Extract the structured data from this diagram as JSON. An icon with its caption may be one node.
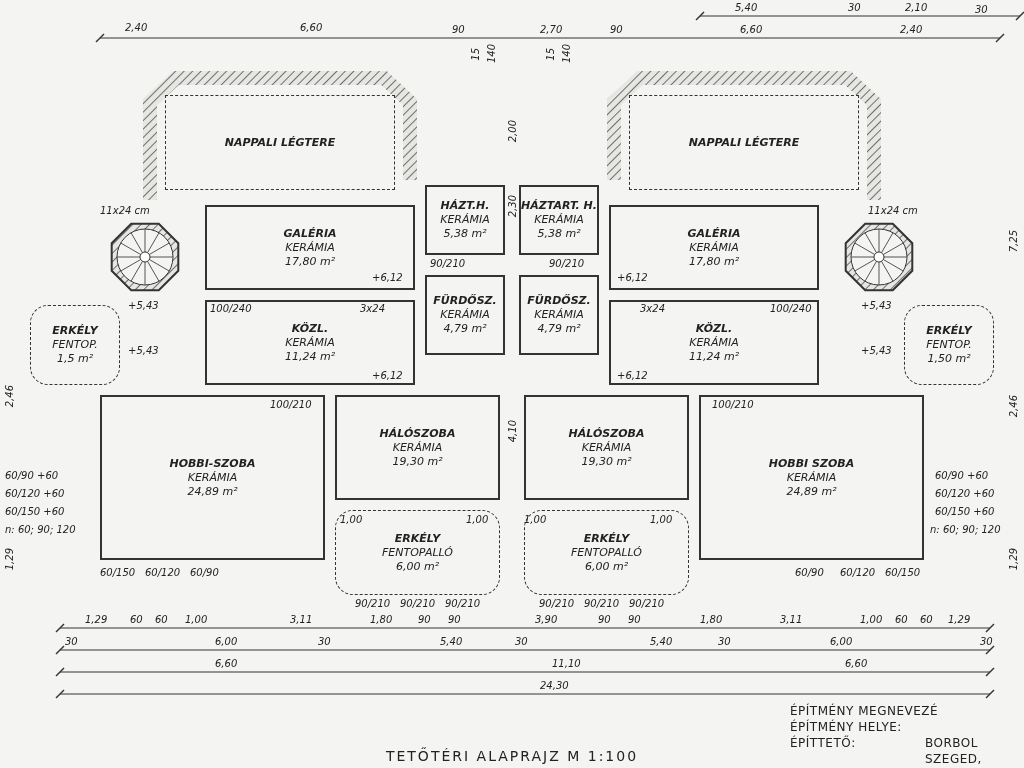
{
  "diagram": {
    "title": "TETŐTÉRI ALAPRAJZ M 1:100",
    "nodes": [
      {
        "text": [
          "NAPPALI LÉGTERE"
        ]
      },
      {
        "text": [
          "NAPPALI LÉGTERE"
        ]
      },
      {
        "text": [
          "GALÉRIA",
          "KERÁMIA",
          "17,80 m²"
        ]
      },
      {
        "text": [
          "HÁZT.H.",
          "KERÁMIA",
          "5,38 m²"
        ]
      },
      {
        "text": [
          "HÁZTART. H.",
          "KERÁMIA",
          "5,38 m²"
        ]
      },
      {
        "text": [
          "GALÉRIA",
          "KERÁMIA",
          "17,80 m²"
        ]
      },
      {
        "text": [
          "ERKÉLY",
          "FENTOP.",
          "1,5 m²"
        ]
      },
      {
        "text": [
          "FÜRDŐSZ.",
          "KERÁMIA",
          "4,79 m²"
        ]
      },
      {
        "text": [
          "FÜRDŐSZ.",
          "KERÁMIA",
          "4,79 m²"
        ]
      },
      {
        "text": [
          "ERKÉLY",
          "FENTOP.",
          "1,50 m²"
        ]
      },
      {
        "text": [
          "KÖZL.",
          "KERÁMIA",
          "11,24 m²"
        ]
      },
      {
        "text": [
          "KÖZL.",
          "KERÁMIA",
          "11,24 m²"
        ]
      },
      {
        "text": [
          "HOBBI-SZOBA",
          "KERÁMIA",
          "24,89 m²"
        ]
      },
      {
        "text": [
          "HÁLÓSZOBA",
          "KERÁMIA",
          "19,30 m²"
        ]
      },
      {
        "text": [
          "HÁLÓSZOBA",
          "KERÁMIA",
          "19,30 m²"
        ]
      },
      {
        "text": [
          "HOBBI SZOBA",
          "KERÁMIA",
          "24,89 m²"
        ]
      },
      {
        "text": [
          "ERKÉLY",
          "FENTOPALLÓ",
          "6,00 m²"
        ]
      },
      {
        "text": [
          "ERKÉLY",
          "FENTOPALLÓ",
          "6,00 m²"
        ]
      }
    ],
    "labels": [
      "5,40",
      "30",
      "2,10",
      "30",
      "2,40",
      "6,60",
      "90",
      "2,70",
      "90",
      "6,60",
      "2,40",
      "15",
      "140",
      "15",
      "140",
      "2,00",
      "2,30",
      "4,10",
      "7,25",
      "2,46",
      "1,29",
      "2,46",
      "1,29",
      "11x24 cm",
      "11x24 cm",
      "+5,43",
      "+6,12",
      "+5,43",
      "+6,12",
      "+6,12",
      "+5,43",
      "+6,12",
      "+5,43",
      "90/210",
      "90/210",
      "100/240",
      "3x24",
      "3x24",
      "100/240",
      "100/210",
      "100/210",
      "60/90 +60",
      "60/120 +60",
      "60/150 +60",
      "n: 60; 90; 120",
      "60/90 +60",
      "60/120 +60",
      "60/150 +60",
      "n: 60; 90; 120",
      "1,00",
      "1,00",
      "1,00",
      "1,00",
      "90/210",
      "90/210",
      "90/210",
      "90/210",
      "90/210",
      "90/210",
      "60/150",
      "60/120",
      "60/90",
      "60/90",
      "60/120",
      "60/150",
      "1,29",
      "60",
      "60",
      "1,00",
      "3,11",
      "1,80",
      "90",
      "90",
      "3,90",
      "90",
      "90",
      "1,80",
      "3,11",
      "1,00",
      "60",
      "60",
      "1,29",
      "30",
      "6,00",
      "30",
      "5,40",
      "30",
      "5,40",
      "30",
      "6,00",
      "30",
      "6,60",
      "11,10",
      "6,60",
      "24,30",
      "ÉPÍTMÉNY MEGNEVEZÉ",
      "ÉPÍTMÉNY HELYE:",
      "ÉPÍTTETŐ:",
      "BORBOL",
      "SZEGED,"
    ]
  }
}
